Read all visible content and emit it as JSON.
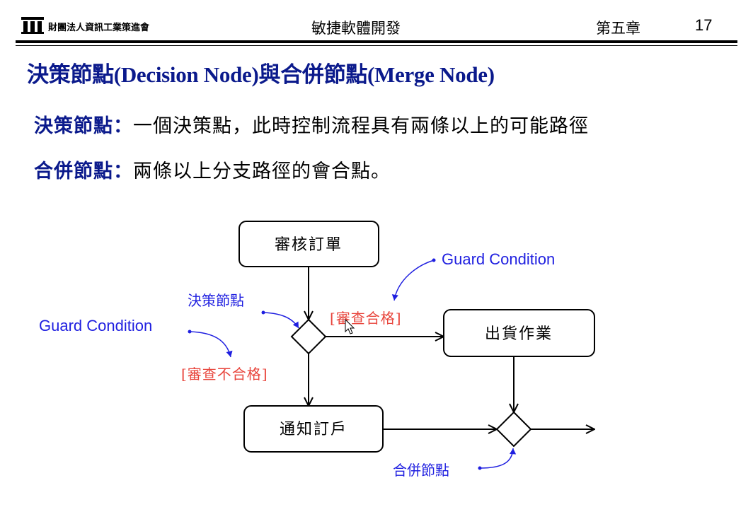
{
  "header": {
    "org": "財團法人資訊工業策進會",
    "course": "敏捷軟體開發",
    "chapter": "第五章",
    "page": "17"
  },
  "slide": {
    "title": "決策節點(Decision Node)與合併節點(Merge Node)",
    "definitions": [
      {
        "term": "決策節點",
        "colon": "：",
        "text": "一個決策點，此時控制流程具有兩條以上的可能路徑"
      },
      {
        "term": "合併節點",
        "colon": "：",
        "text": "兩條以上分支路徑的會合點。"
      }
    ]
  },
  "diagram": {
    "nodes": {
      "review": "審核訂單",
      "ship": "出貨作業",
      "notify": "通知訂戶"
    },
    "guards": {
      "pass": "[審查合格]",
      "fail": "[審查不合格]"
    },
    "annotations": {
      "guard_condition_top": "Guard Condition",
      "guard_condition_left": "Guard Condition",
      "decision_node": "決策節點",
      "merge_node": "合併節點"
    },
    "colors": {
      "annotation": "#1f1fe0",
      "guard": "#e8453c",
      "title": "#0b1a8c"
    }
  }
}
